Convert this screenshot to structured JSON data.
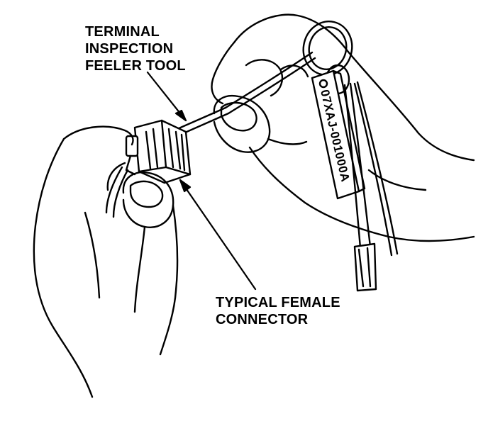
{
  "labels": {
    "feeler_tool": [
      "TERMINAL",
      "INSPECTION",
      "FEELER TOOL"
    ],
    "female_connector": [
      "TYPICAL FEMALE",
      "CONNECTOR"
    ]
  },
  "tool_tag": {
    "part_number": "07XAJ-001000A"
  }
}
